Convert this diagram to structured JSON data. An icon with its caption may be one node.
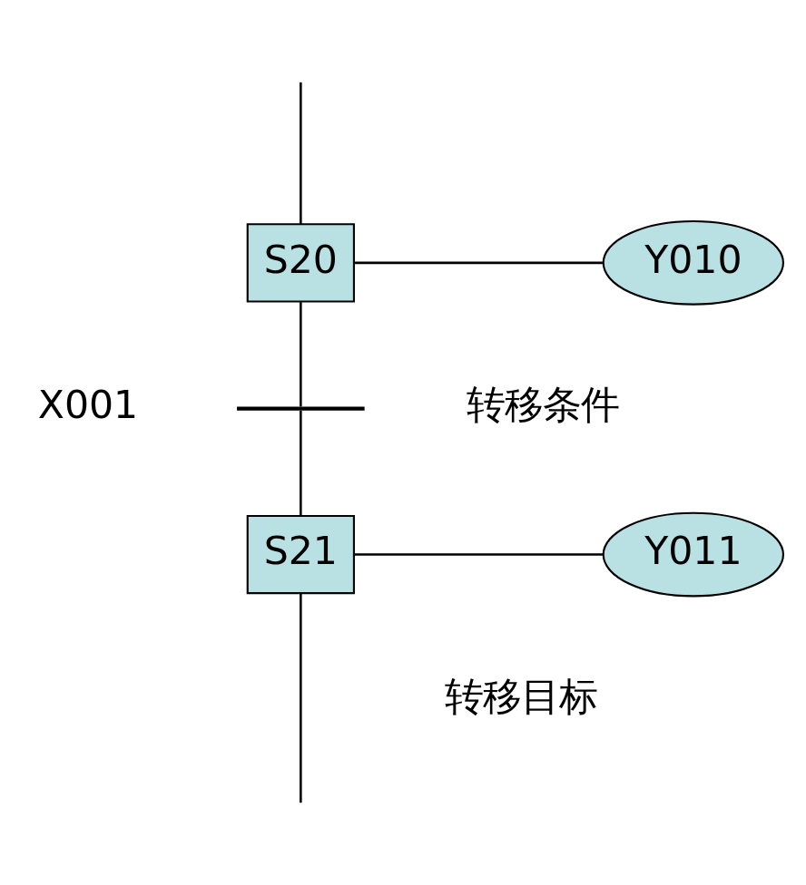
{
  "diagram": {
    "nodes": [
      {
        "text": [
          "S20"
        ]
      },
      {
        "text": [
          "Y010"
        ]
      },
      {
        "text": [],
        "shape": "bar",
        "beside": [
          "X001"
        ]
      },
      {
        "text": [
          "S21"
        ]
      },
      {
        "text": [
          "Y011"
        ]
      }
    ],
    "edges": [
      {
        "from": null,
        "to": 0,
        "arrow": "none"
      },
      {
        "from": 0,
        "to": 1,
        "arrow": "none"
      },
      {
        "from": 0,
        "to": 2,
        "arrow": "none"
      },
      {
        "from": 2,
        "to": 3,
        "arrow": "none"
      },
      {
        "from": 3,
        "to": 4,
        "arrow": "none"
      },
      {
        "from": 3,
        "to": null,
        "arrow": "none"
      }
    ],
    "labels": [
      "转移条件",
      "转移目标"
    ]
  }
}
